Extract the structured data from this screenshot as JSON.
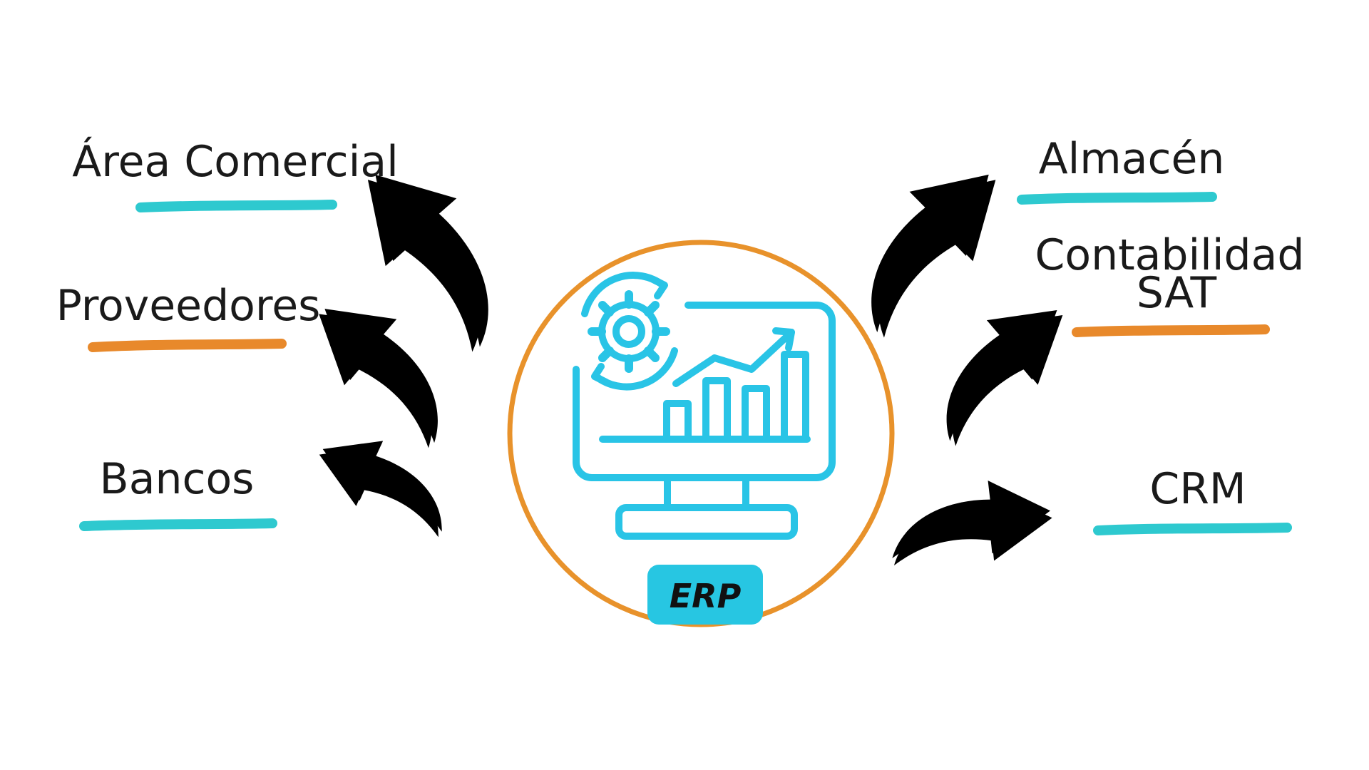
{
  "center": {
    "badge": "ERP"
  },
  "modules": [
    {
      "id": "area-comercial",
      "label": "Área Comercial",
      "accent": "#2ec9cf"
    },
    {
      "id": "proveedores",
      "label": "Proveedores",
      "accent": "#e8892b"
    },
    {
      "id": "bancos",
      "label": "Bancos",
      "accent": "#2ec9cf"
    },
    {
      "id": "almacen",
      "label": "Almacén",
      "accent": "#2ec9cf"
    },
    {
      "id": "contabilidad-sat",
      "label": "Contabilidad\nSAT",
      "accent": "#e8892b"
    },
    {
      "id": "crm",
      "label": "CRM",
      "accent": "#2ec9cf"
    }
  ],
  "icons": {
    "center": "monitor-with-gear-and-growth-chart-icon",
    "connectors": "curved-arrow-icon"
  },
  "colors": {
    "circle_stroke": "#e8922b",
    "icon_stroke": "#29c4e6",
    "badge_fill": "#27c6e2",
    "arrow_teal_fill": "#d6f7f8",
    "arrow_teal_side": "#39b3c6",
    "arrow_orange_fill": "#fbd3ad",
    "arrow_orange_side": "#e0822e",
    "ink": "#1a1a1a"
  }
}
